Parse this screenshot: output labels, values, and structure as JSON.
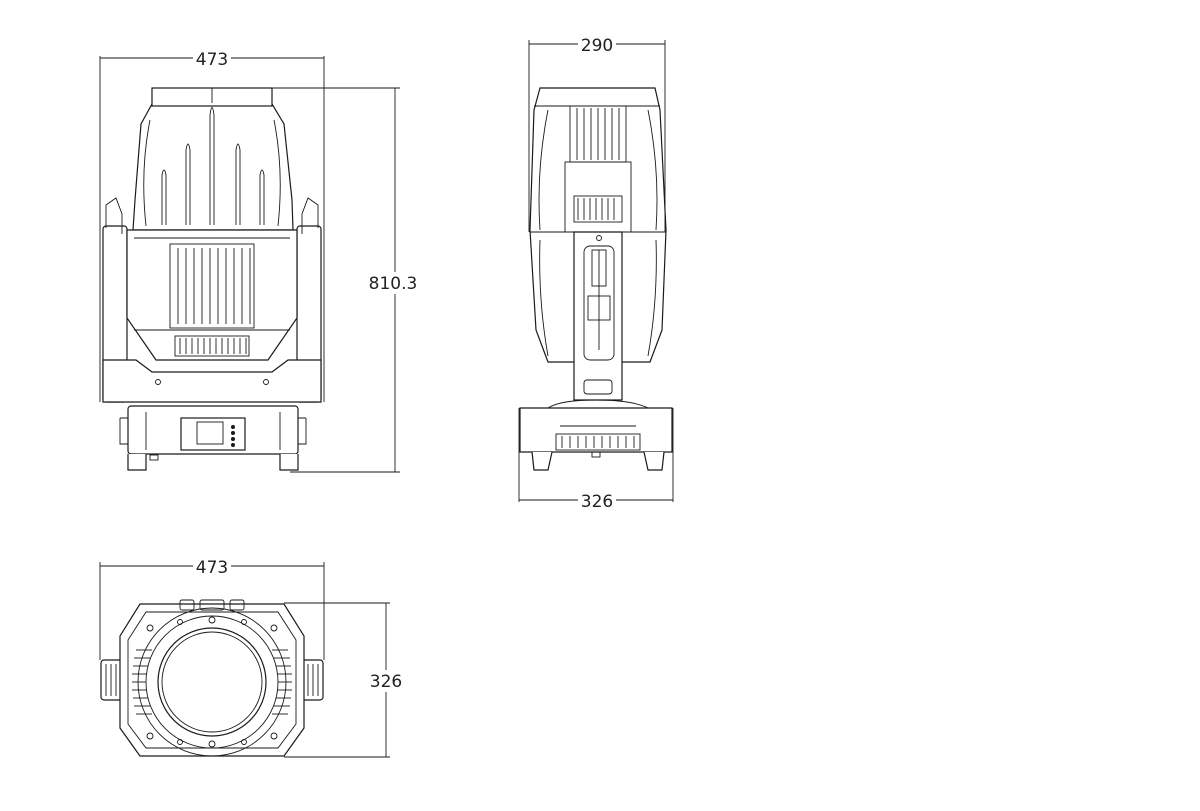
{
  "views": {
    "front": {
      "width_label": "473",
      "height_label": "810.3"
    },
    "side": {
      "width_top_label": "290",
      "width_bottom_label": "326"
    },
    "top": {
      "width_label": "473",
      "depth_label": "326"
    }
  }
}
